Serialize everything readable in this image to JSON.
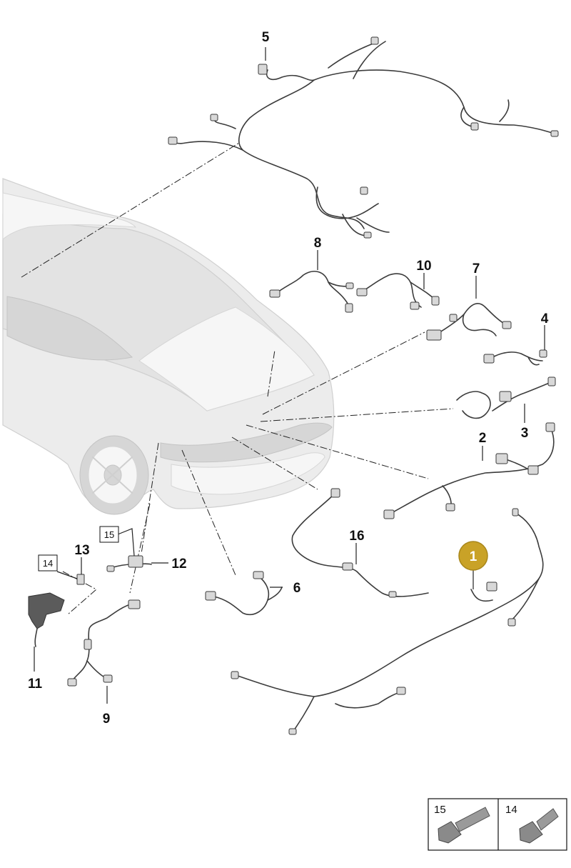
{
  "callouts": {
    "c1": "1",
    "c2": "2",
    "c3": "3",
    "c4": "4",
    "c5": "5",
    "c6": "6",
    "c7": "7",
    "c8": "8",
    "c9": "9",
    "c10": "10",
    "c11": "11",
    "c12": "12",
    "c13": "13",
    "c14": "14",
    "c15": "15",
    "c16": "16"
  },
  "boxed_refs": {
    "ref14": "14",
    "ref15": "15"
  },
  "legend": {
    "items": [
      {
        "label": "15",
        "icon": "long-bolt-icon"
      },
      {
        "label": "14",
        "icon": "short-bolt-icon"
      }
    ]
  },
  "colors": {
    "highlight_badge": "#c9a227"
  }
}
